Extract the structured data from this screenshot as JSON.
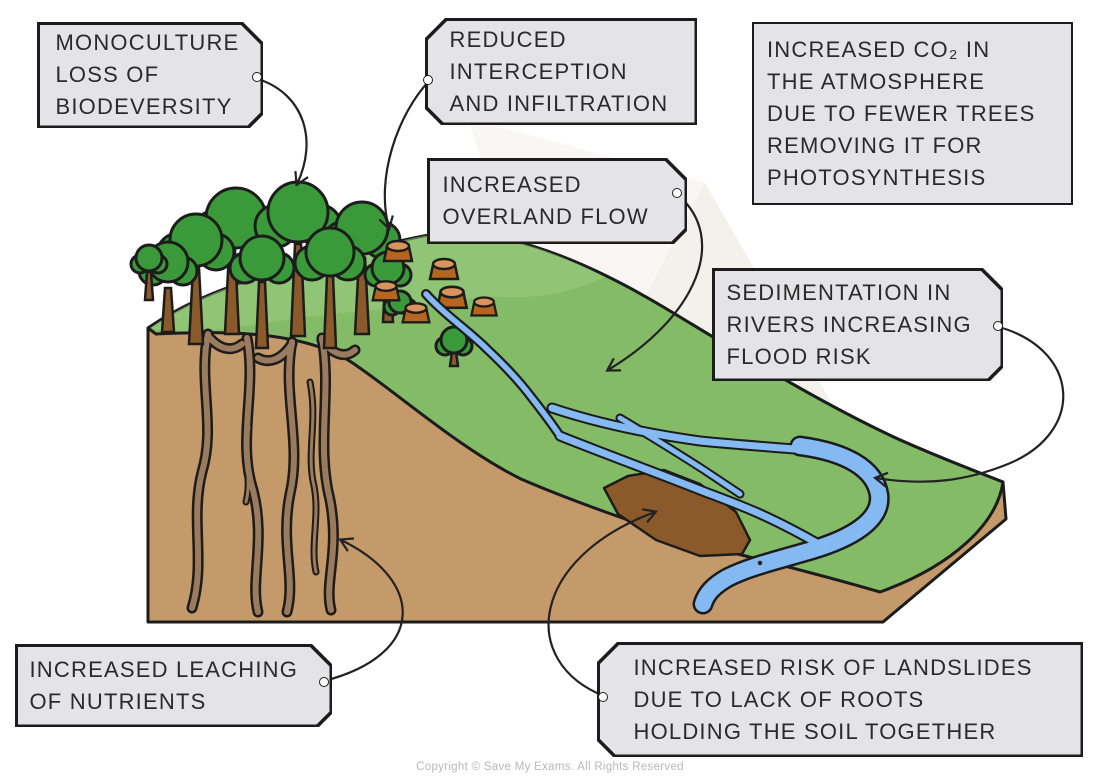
{
  "labels": {
    "monoculture": {
      "lines": [
        "MONOCULTURE",
        "LOSS OF",
        "BIODEVERSITY"
      ]
    },
    "interception": {
      "lines": [
        "REDUCED",
        "INTERCEPTION",
        "AND INFILTRATION"
      ]
    },
    "co2": {
      "lines": [
        "INCREASED CO₂ IN",
        "THE ATMOSPHERE",
        "DUE TO FEWER TREES",
        "REMOVING IT FOR",
        "PHOTOSYNTHESIS"
      ]
    },
    "overland": {
      "lines": [
        "INCREASED",
        "OVERLAND FLOW"
      ]
    },
    "sedimentation": {
      "lines": [
        "SEDIMENTATION IN",
        "RIVERS INCREASING",
        "FLOOD RISK"
      ]
    },
    "leaching": {
      "lines": [
        "INCREASED LEACHING",
        "OF NUTRIENTS"
      ]
    },
    "landslides": {
      "lines": [
        "INCREASED RISK OF LANDSLIDES",
        "DUE TO LACK OF ROOTS",
        "HOLDING THE SOIL TOGETHER"
      ]
    }
  },
  "footer": {
    "copyright": "Copyright © Save My Exams. All Rights Reserved"
  },
  "colors": {
    "outline": "#1c1c1c",
    "grass": "#84bb66",
    "grassLight": "#9ccd84",
    "soil": "#c49a6b",
    "soilDark": "#8b5a2b",
    "root": "#9b7b5d",
    "river": "#85b9f1",
    "canopy": "#3a9a3a",
    "trunk": "#8a5a2b",
    "stump": "#b5651d",
    "stumpTop": "#d9945c",
    "labelBg": "#e4e4e6",
    "labelBorder": "#1c1c1c",
    "arrow": "#222222",
    "copyright": "#b8b8b8"
  }
}
